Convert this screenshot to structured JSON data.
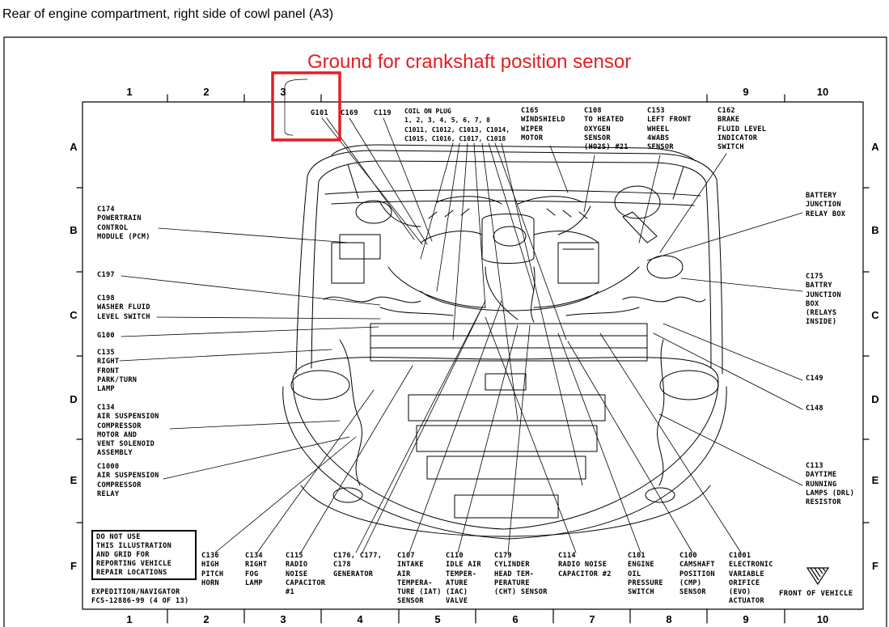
{
  "caption": "Rear of engine compartment, right side of cowl panel (A3)",
  "annotation": "Ground for crankshaft position sensor",
  "colors": {
    "annotation": "#e31e24",
    "ink": "#000000",
    "background": "#ffffff"
  },
  "grid": {
    "top": [
      "1",
      "2",
      "3",
      "9",
      "10"
    ],
    "bottom": [
      "1",
      "2",
      "3",
      "4",
      "5",
      "6",
      "7",
      "8",
      "9",
      "10"
    ],
    "rows": [
      "A",
      "B",
      "C",
      "D",
      "E",
      "F"
    ]
  },
  "labels": {
    "g101": "G101",
    "c169": "C169",
    "c119": "C119",
    "coil": "COIL ON PLUG\n1, 2, 3, 4, 5, 6, 7, 8\nC1011, C1012, C1013, C1014,\nC1015, C1016, C1017, C1018",
    "c165": "C165\nWINDSHIELD\nWIPER\nMOTOR",
    "c108": "C108\nTO HEATED\nOXYGEN\nSENSOR\n(HO2S) #21",
    "c153": "C153\nLEFT FRONT\nWHEEL\n4WABS\nSENSOR",
    "c162": "C162\nBRAKE\nFLUID LEVEL\nINDICATOR\nSWITCH",
    "battery_relay": "BATTERY\nJUNCTION\nRELAY BOX",
    "c175": "C175\nBATTRY\nJUNCTION\nBOX\n(RELAYS\nINSIDE)",
    "c149": "C149",
    "c148": "C148",
    "c113": "C113\nDAYTIME\nRUNNING\nLAMPS (DRL)\nRESISTOR",
    "c174": "C174\nPOWERTRAIN\nCONTROL\nMODULE (PCM)",
    "c197": "C197",
    "c198": "C198\nWASHER FLUID\nLEVEL SWITCH",
    "g100": "G100",
    "c135": "C135\nRIGHT\nFRONT\nPARK/TURN\nLAMP",
    "c134_air": "C134\nAIR SUSPENSION\nCOMPRESSOR\nMOTOR AND\nVENT SOLENOID\nASSEMBLY",
    "c1000": "C1000\nAIR SUSPENSION\nCOMPRESSOR\nRELAY",
    "c136": "C136\nHIGH\nPITCH\nHORN",
    "c134_fog": "C134\nRIGHT\nFOG\nLAMP",
    "c115": "C115\nRADIO\nNOISE\nCAPACITOR\n#1",
    "c176": "C176, C177,\nC178\nGENERATOR",
    "c107": "C107\nINTAKE\nAIR\nTEMPERA-\nTURE (IAT)\nSENSOR",
    "c110": "C110\nIDLE AIR\nTEMPER-\nATURE\n(IAC)\nVALVE",
    "c179": "C179\nCYLINDER\nHEAD TEM-\nPERATURE\n(CHT) SENSOR",
    "c114": "C114\nRADIO NOISE\nCAPACITOR #2",
    "c101": "C101\nENGINE\nOIL\nPRESSURE\nSWITCH",
    "c100": "C100\nCAMSHAFT\nPOSITION\n(CMP)\nSENSOR",
    "c1001": "C1001\nELECTRONIC\nVARIABLE\nORIFICE\n(EVO)\nACTUATOR"
  },
  "notice": "DO NOT USE\nTHIS ILLUSTRATION\nAND GRID FOR\nREPORTING VEHICLE\nREPAIR LOCATIONS",
  "footer": "EXPEDITION/NAVIGATOR\nFCS-12886-99 (4 OF 13)",
  "front_of_vehicle": "FRONT OF VEHICLE",
  "icons": {
    "front_of_vehicle": "front-of-vehicle-arrow-icon"
  }
}
